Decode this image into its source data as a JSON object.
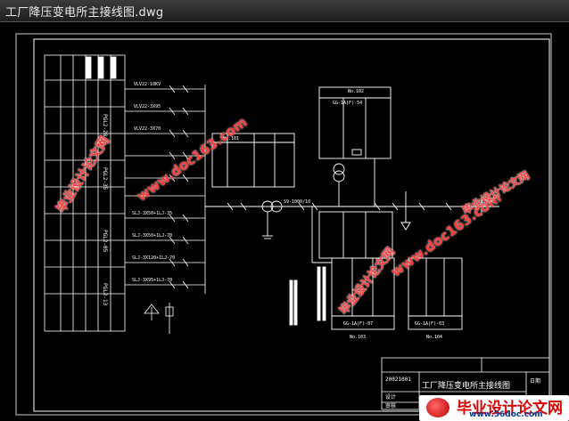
{
  "window": {
    "title": "工厂降压变电所主接线图.dwg"
  },
  "drawing": {
    "title_block": {
      "drawing_title": "工厂降压变电所主接线图",
      "row_labels": [
        "设计",
        "审核",
        "日期"
      ],
      "left_cell": "20021001"
    },
    "labels": {
      "outgoing_lines": [
        "VLV22-10KV",
        "VLV22-3X95",
        "VLV22-3X70",
        "SLJ-3X50+1LJ-35",
        "SLJ-3X50+1LJ-70",
        "SLJ-3X120+1LJ-70",
        "SLJ-3X95+1LJ-70"
      ],
      "transformer": "S9-1000/10",
      "incoming": "LJ-95",
      "switchgear": [
        "GG-1A(F)-54",
        "GG-1A(F)-07",
        "GG-1A(F)-03"
      ],
      "cabinet_nos": [
        "No.101",
        "No.102",
        "No.103",
        "No.104"
      ],
      "panels": [
        "PGL2-05",
        "PGL2-28",
        "PGL2-35",
        "PGL2-13"
      ]
    }
  },
  "watermarks": {
    "site_cn": "毕业设计论文网",
    "site_url": "www.doc163.com"
  },
  "footer_logo": {
    "text_cn": "毕业设计论文网",
    "url": "www.56doc.com"
  },
  "colors": {
    "line": "#ffffff",
    "watermark": "#ff3c3c",
    "background": "#000000"
  }
}
